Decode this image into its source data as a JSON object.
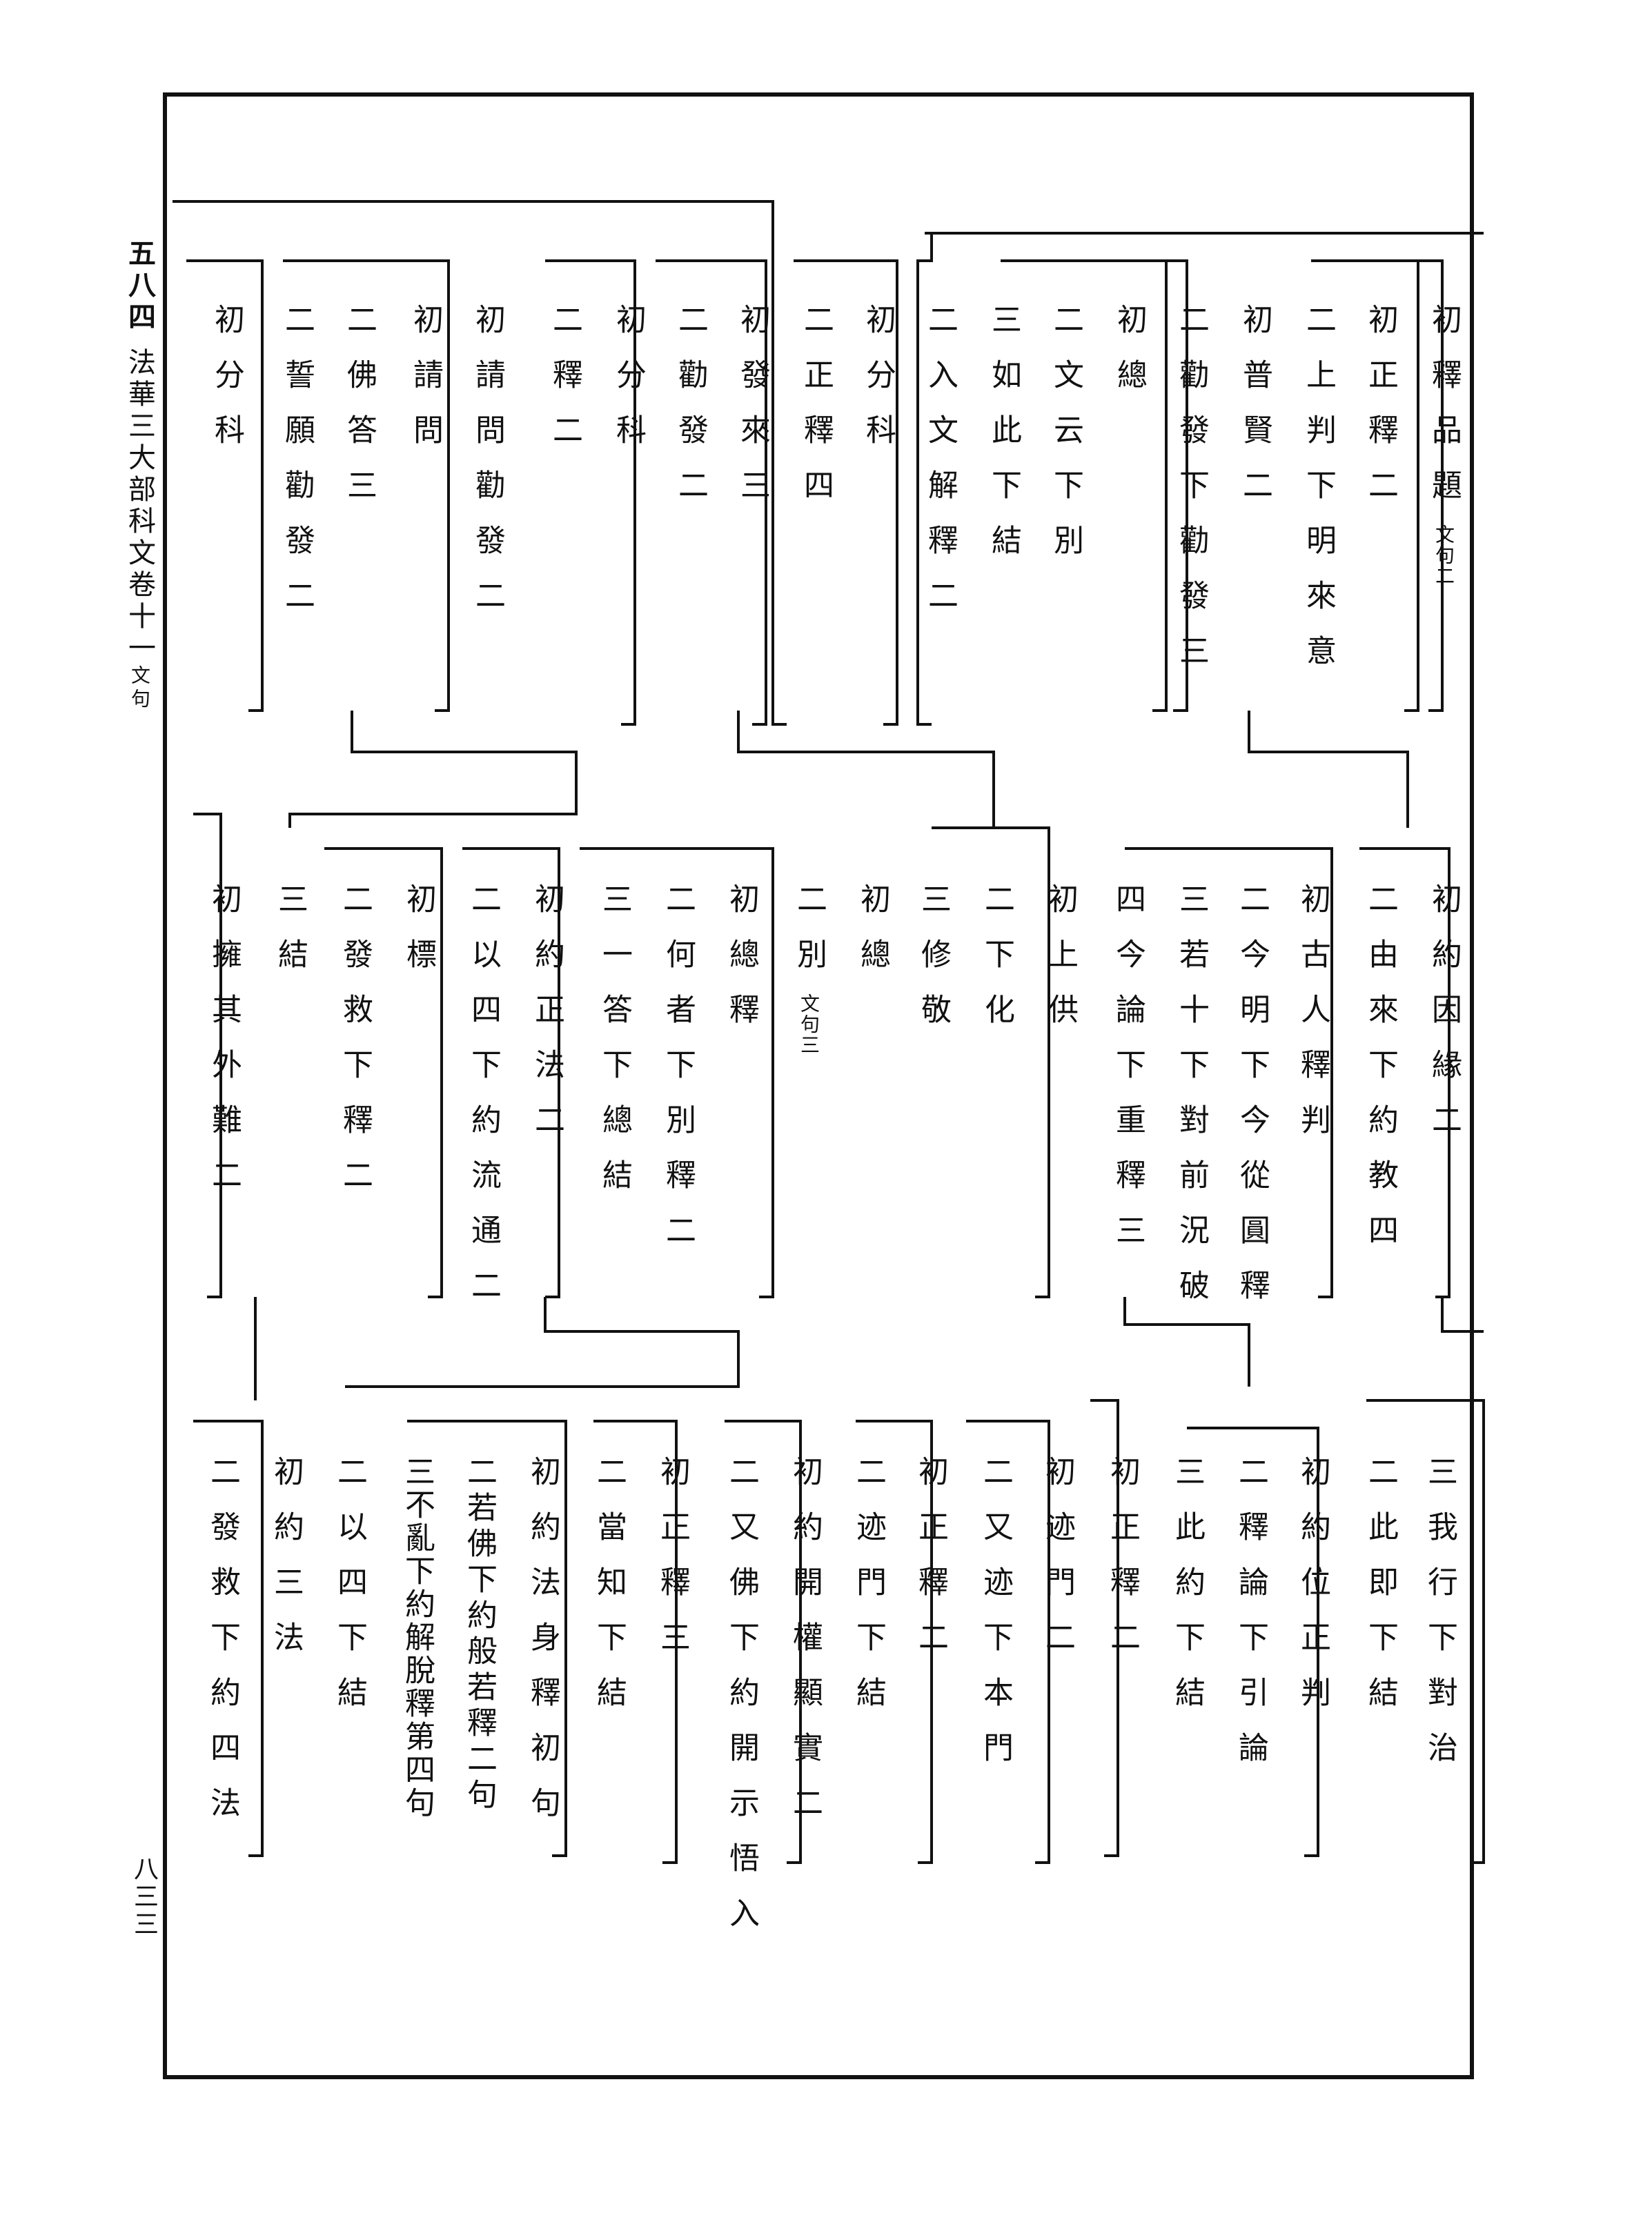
{
  "margin": {
    "page_label": "五八四",
    "title": "法華三大部科文卷十一",
    "title_small": "文句",
    "folio": "八三三"
  },
  "entries": [
    {
      "text": "初釋品題",
      "sub": "文句二"
    },
    {
      "text": "初正釋二"
    },
    {
      "text": "二上判下明來意"
    },
    {
      "text": "初普賢二"
    },
    {
      "text": "二勸發下勸發三"
    },
    {
      "text": "初總"
    },
    {
      "text": "二文云下別"
    },
    {
      "text": "三如此下結"
    },
    {
      "text": "二入文解釋二"
    },
    {
      "text": "初分科"
    },
    {
      "text": "二正釋四"
    },
    {
      "text": "初發來三"
    },
    {
      "text": "二勸發二"
    },
    {
      "text": "初分科"
    },
    {
      "text": "二釋二"
    },
    {
      "text": "初請問勸發二"
    },
    {
      "text": "初請問"
    },
    {
      "text": "二佛答三"
    },
    {
      "text": "二誓願勸發二"
    },
    {
      "text": "初分科"
    },
    {
      "text": "初約因緣二"
    },
    {
      "text": "二由來下約教四"
    },
    {
      "text": "初古人釋判"
    },
    {
      "text": "二今明下今從圓釋"
    },
    {
      "text": "三若十下對前況破"
    },
    {
      "text": "四今論下重釋三"
    },
    {
      "text": "初上供"
    },
    {
      "text": "二下化"
    },
    {
      "text": "三修敬"
    },
    {
      "text": "初總"
    },
    {
      "text": "二別",
      "sub": "文句三"
    },
    {
      "text": "初總釋"
    },
    {
      "text": "二何者下別釋二"
    },
    {
      "text": "三一答下總結"
    },
    {
      "text": "初約正法二"
    },
    {
      "text": "二以四下約流通二"
    },
    {
      "text": "初標"
    },
    {
      "text": "二發救下釋二"
    },
    {
      "text": "三結"
    },
    {
      "text": "初擁其外難二"
    },
    {
      "text": "三我行下對治"
    },
    {
      "text": "二此即下結"
    },
    {
      "text": "初約位正判"
    },
    {
      "text": "二釋論下引論"
    },
    {
      "text": "三此約下結"
    },
    {
      "text": "初正釋二"
    },
    {
      "text": "初迹門二"
    },
    {
      "text": "二又迹下本門"
    },
    {
      "text": "初正釋二"
    },
    {
      "text": "二迹門下結"
    },
    {
      "text": "初約開權顯實二"
    },
    {
      "text": "二又佛下約開示悟入"
    },
    {
      "text": "初正釋三"
    },
    {
      "text": "二當知下結"
    },
    {
      "text": "初約法身釋初句"
    },
    {
      "text": "二若佛下約般若釋二句"
    },
    {
      "text": "三不亂下約解脫釋第四句"
    },
    {
      "text": "二以四下結"
    },
    {
      "text": "初約三法"
    },
    {
      "text": "二發救下約四法"
    }
  ]
}
